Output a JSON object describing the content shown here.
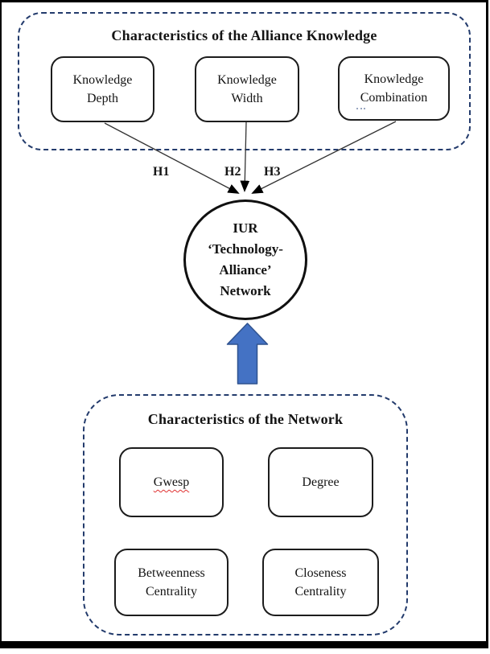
{
  "figure": {
    "alliance_group": {
      "title": "Characteristics of the Alliance Knowledge",
      "boxes": [
        {
          "line1": "Knowledge",
          "line2": "Depth"
        },
        {
          "line1": "Knowledge",
          "line2": "Width"
        },
        {
          "line1": "Knowledge",
          "line2": "Combination"
        }
      ]
    },
    "hypotheses": {
      "h1": "H1",
      "h2": "H2",
      "h3": "H3"
    },
    "circle": {
      "line1": "IUR",
      "line2": "‘Technology-",
      "line3": "Alliance’",
      "line4": "Network"
    },
    "network_group": {
      "title": "Characteristics of the Network",
      "boxes": [
        {
          "line1": "Gwesp"
        },
        {
          "line1": "Degree"
        },
        {
          "line1": "Betweenness",
          "line2": "Centrality"
        },
        {
          "line1": "Closeness",
          "line2": "Centrality"
        }
      ]
    }
  },
  "colors": {
    "dashed_border": "#233b6c",
    "connector_line": "#333333",
    "arrowhead": "#000000",
    "arrow_fill": "#4472C4",
    "arrow_stroke": "#2F528F",
    "red_squiggle": "#e03131"
  }
}
